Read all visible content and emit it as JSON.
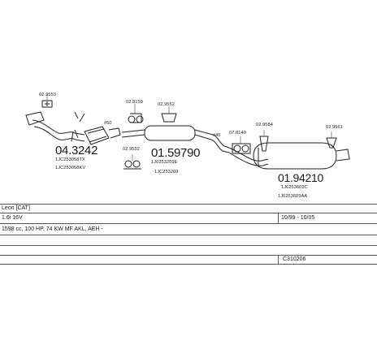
{
  "parts": {
    "mount_left_top": {
      "code": "02.9553"
    },
    "front_pipe": {
      "number": "04.3242",
      "ref1": "1JC253058TX",
      "ref2": "1JC253058KV",
      "marker": "#50"
    },
    "mount_center_top": {
      "code": "02.8150"
    },
    "mount_center_top2": {
      "code": "02.9552"
    },
    "mount_center_low": {
      "code": "02.9552"
    },
    "middle_silencer": {
      "number": "01.59790",
      "ref1": "1J0253209E",
      "ref2": "1JC253209"
    },
    "clamp_mid": {
      "code": "#45"
    },
    "mount_rear_left": {
      "code": "07.8140"
    },
    "mount_rear_mid": {
      "code": "02.9584"
    },
    "mount_rear_right": {
      "code": "02.9561"
    },
    "rear_silencer": {
      "number": "01.94210",
      "ref1": "1J6253609C",
      "ref2": "1J6253609AA"
    }
  },
  "info": {
    "model": "Leon [CAT]",
    "engine": "1.6i 16V",
    "period": "10/99 - 10/05",
    "spec": "1598 cc, 100 HP, 74 KW MF AKL, AEH -",
    "catalogue_code": "C310206"
  }
}
